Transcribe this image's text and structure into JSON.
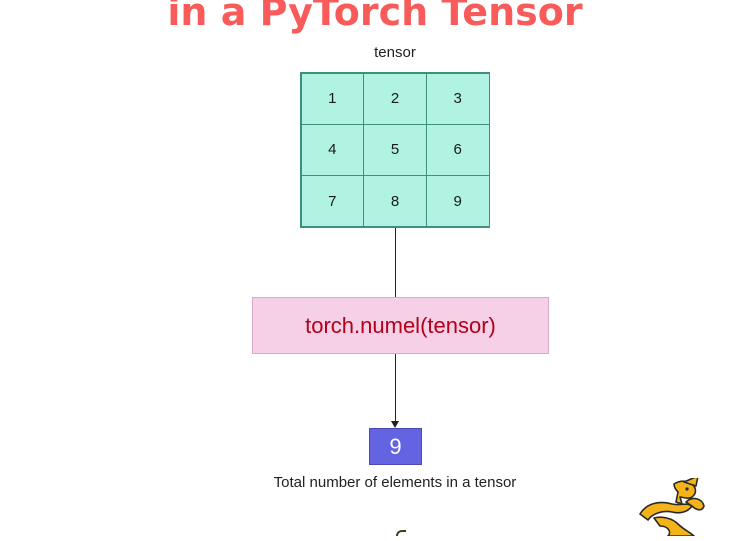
{
  "title": "in a PyTorch Tensor",
  "tensor": {
    "label": "tensor",
    "rows": [
      [
        "1",
        "2",
        "3"
      ],
      [
        "4",
        "5",
        "6"
      ],
      [
        "7",
        "8",
        "9"
      ]
    ]
  },
  "function_call": "torch.numel(tensor)",
  "result": {
    "value": "9",
    "caption": "Total number of elements in a tensor"
  },
  "colors": {
    "title": "#f95b5b",
    "cell_fill": "#b1f3e3",
    "cell_border": "#3e8f7b",
    "function_fill": "#f5d0e6",
    "function_text": "#b40019",
    "result_fill": "#6464e3",
    "result_text": "#ffffff",
    "logo": "#f5b31a"
  },
  "icons": {
    "logo": "python-snake-logo-icon"
  }
}
